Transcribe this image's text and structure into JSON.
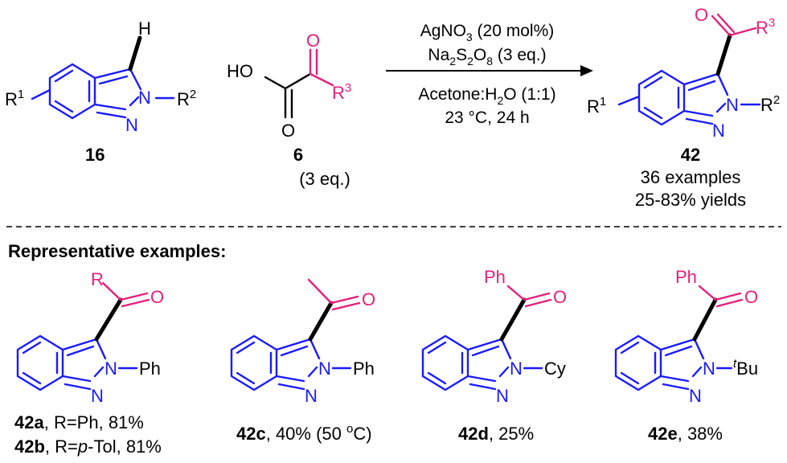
{
  "reaction": {
    "reactant1": {
      "compound_number": "16",
      "substituent_ring": "R",
      "substituent_ring_sup": "1",
      "substituent_n": "R",
      "substituent_n_sup": "2",
      "atom_h": "H",
      "atom_n": "N"
    },
    "reactant2": {
      "compound_number": "6",
      "equivalents": "(3 eq.)",
      "ho_label": "HO",
      "o_label": "O",
      "r3": "R",
      "r3_sup": "3"
    },
    "conditions": {
      "catalyst_pre": "AgNO",
      "catalyst_sub": "3",
      "catalyst_post": " (20 mol%)",
      "oxidant_a": "Na",
      "oxidant_sub1": "2",
      "oxidant_b": "S",
      "oxidant_sub2": "2",
      "oxidant_c": "O",
      "oxidant_sub3": "8",
      "oxidant_post": " (3 eq.)",
      "solvent_pre": "Acetone:H",
      "solvent_sub": "2",
      "solvent_post": "O (1:1)",
      "temp_time": "23 °C, 24 h"
    },
    "product": {
      "compound_number": "42",
      "examples": "36 examples",
      "yields": "25-83% yields"
    }
  },
  "section_title": "Representative examples:",
  "examples": [
    {
      "id": "42a",
      "line": ", R=Ph, 81%",
      "acyl": "R",
      "n_sub": "Ph"
    },
    {
      "id": "42b",
      "line_pre": ", R=",
      "line_italic": "p",
      "line_post": "-Tol, 81%"
    },
    {
      "id": "42c",
      "line_pre": ", 40% (50 ",
      "deg_sup": "o",
      "line_post": "C)",
      "n_sub": "Ph"
    },
    {
      "id": "42d",
      "line": ", 25%",
      "acyl": "Ph",
      "n_sub": "Cy"
    },
    {
      "id": "42e",
      "line": ", 38%",
      "acyl": "Ph",
      "n_sub_sup": "t",
      "n_sub": "Bu"
    }
  ],
  "colors": {
    "core": "#1a1aff",
    "acyl": "#e6207a",
    "bond": "#000000"
  }
}
